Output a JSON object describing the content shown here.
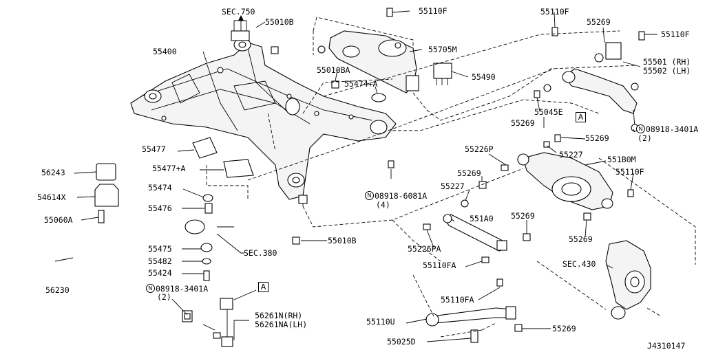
{
  "labels": {
    "sec750": "SEC.750",
    "p55010B_a": "55010B",
    "p55400": "55400",
    "p55110F_a": "55110F",
    "p55705M": "55705M",
    "p55490": "55490",
    "p55010BA": "55010BA",
    "p55474A": "55474+A",
    "p55110F_b": "55110F",
    "p55269_a": "55269",
    "p55110F_c": "55110F",
    "p55501": "55501 (RH)",
    "p55502": "55502 (LH)",
    "p55045E": "55045E",
    "p55269_b": "55269",
    "p08918_a": "08918-3401A",
    "p08918_a_qty": "(2)",
    "p55269_c": "55269",
    "p55227_a": "55227",
    "p551B0M": "551B0M",
    "p55110F_d": "55110F",
    "p55226P": "55226P",
    "p55269_d": "55269",
    "p55227_b": "55227",
    "p55477": "55477",
    "p55477A": "55477+A",
    "p56243": "56243",
    "p55474": "55474",
    "p54614X": "54614X",
    "p55476": "55476",
    "p55060A": "55060A",
    "p08918_b": "08918-6081A",
    "p08918_b_qty": "(4)",
    "p551A0": "551A0",
    "p55269_e": "55269",
    "p55269_f": "55269",
    "p55226PA": "55226PA",
    "p55010B_b": "55010B",
    "p55475": "55475",
    "sec380": "SEC.380",
    "p55482": "55482",
    "p55424": "55424",
    "p55110FA_a": "55110FA",
    "sec430": "SEC.430",
    "p56230": "56230",
    "p08918_c": "08918-3401A",
    "p08918_c_qty": "(2)",
    "p55110FA_b": "55110FA",
    "p56261N": "56261N(RH)",
    "p56261NA": "56261NA(LH)",
    "p55110U": "55110U",
    "p55269_g": "55269",
    "p55025D": "55025D",
    "ref": "J4310147",
    "boxA": "A",
    "circN": "N"
  }
}
